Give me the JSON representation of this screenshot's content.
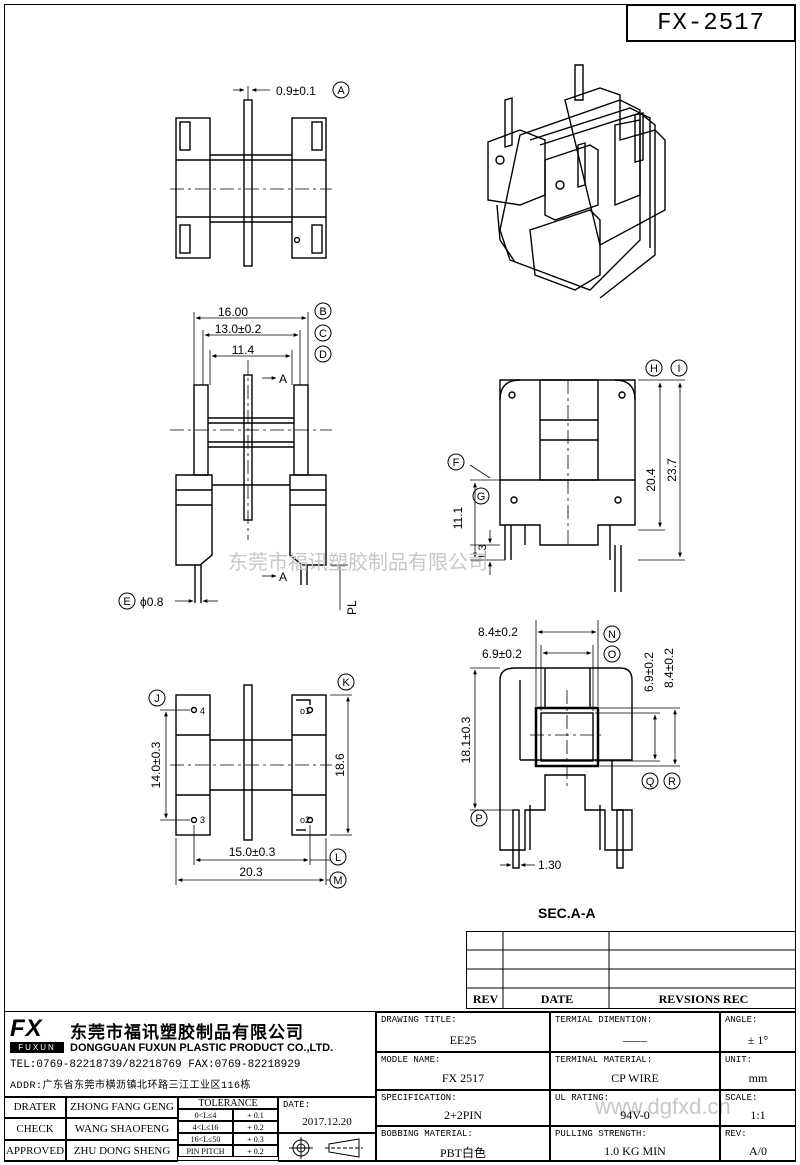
{
  "part_number": "FX-2517",
  "watermark": {
    "company": "东莞市福讯塑胶制品有限公司",
    "website": "www.dgfxd.cn"
  },
  "dimensions": {
    "top_view": {
      "thickness": "0.9±0.1",
      "ref": "A"
    },
    "front_view": {
      "d1": "16.00",
      "d1_ref": "B",
      "d2": "13.0±0.2",
      "d2_ref": "C",
      "d3": "11.4",
      "d3_ref": "D",
      "section": "A",
      "pin_dia": "ϕ0.8",
      "pin_dia_ref": "E",
      "pl": "PL"
    },
    "side_view": {
      "h1": "20.4",
      "h1_ref": "H",
      "h2": "23.7",
      "h2_ref": "I",
      "h3": "11.1",
      "h3_ref": "F",
      "h4": "1.3",
      "h4_ref": "G"
    },
    "bottom_view": {
      "pin4": "4",
      "pin1": "o1",
      "pin3": "3",
      "pin2": "o2",
      "v1": "14.0±0.3",
      "v1_ref": "J",
      "v2": "18.6",
      "v2_ref": "K",
      "h1": "15.0±0.3",
      "h1_ref": "L",
      "h2": "20.3",
      "h2_ref": "M"
    },
    "section_view": {
      "w1": "8.4±0.2",
      "w1_ref": "N",
      "w2": "6.9±0.2",
      "w2_ref": "O",
      "v1": "18.1±0.3",
      "v1_ref": "P",
      "v2": "6.9±0.2",
      "v2_ref": "Q",
      "v3": "8.4±0.2",
      "v3_ref": "R",
      "pin": "1.30",
      "label": "SEC.A-A"
    }
  },
  "revision_table": {
    "col1": "REV",
    "col2": "DATE",
    "col3": "REVSIONS REC"
  },
  "company": {
    "logo": "FX",
    "logo_sub": "FUXUN",
    "name_cn": "东莞市福讯塑胶制品有限公司",
    "name_en": "DONGGUAN FUXUN PLASTIC PRODUCT CO.,LTD.",
    "tel": "TEL:0769-82218739/82218769 FAX:0769-82218929",
    "addr": "ADDR:广东省东莞市横沥镇北环路三江工业区116栋"
  },
  "signatures": [
    {
      "role": "DRATER",
      "name": "ZHONG FANG GENG"
    },
    {
      "role": "CHECK",
      "name": "WANG SHAOFENG"
    },
    {
      "role": "APPROVED",
      "name": "ZHU DONG SHENG"
    }
  ],
  "tolerance": {
    "title": "TOLERANCE",
    "rows": [
      {
        "range": "0<L≤4",
        "tol": "+ 0.1"
      },
      {
        "range": "4<L≤16",
        "tol": "+ 0.2"
      },
      {
        "range": "16<L≤50",
        "tol": "+ 0.3"
      },
      {
        "range": "PIN PITCH",
        "tol": "+ 0.2"
      }
    ]
  },
  "date": {
    "label": "DATE:",
    "value": "2017.12.20"
  },
  "fields": {
    "drawing_title": {
      "label": "DRAWING TITLE:",
      "value": "EE25"
    },
    "terminal_dimention": {
      "label": "TERMIAL DIMENTION:",
      "value": "——"
    },
    "angle": {
      "label": "ANGLE:",
      "value": "± 1°"
    },
    "module_name": {
      "label": "MODLE NAME:",
      "value": "FX 2517"
    },
    "terminal_material": {
      "label": "TERMINAL MATERIAL:",
      "value": "CP WIRE"
    },
    "unit": {
      "label": "UNIT:",
      "value": "mm"
    },
    "specification": {
      "label": "SPECIFICATION:",
      "value": "2+2PIN"
    },
    "ul_rating": {
      "label": "UL RATING:",
      "value": "94V-0"
    },
    "scale": {
      "label": "SCALE:",
      "value": "1:1"
    },
    "bobbing_material": {
      "label": "BOBBING MATERIAL:",
      "value": "PBT白色"
    },
    "pulling_strength": {
      "label": "PULLING STRENGTH:",
      "value": "1.0 KG MIN"
    },
    "rev": {
      "label": "REV:",
      "value": "A/0"
    }
  }
}
